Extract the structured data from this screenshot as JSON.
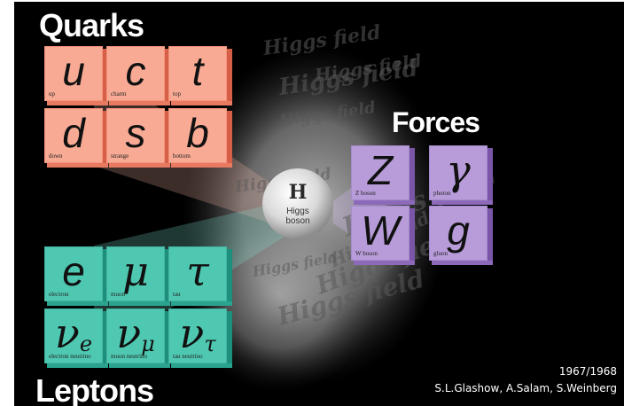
{
  "groups": {
    "quarks": "Quarks",
    "forces": "Forces",
    "leptons": "Leptons"
  },
  "quarks": [
    {
      "symbol": "u",
      "name": "up"
    },
    {
      "symbol": "c",
      "name": "charm"
    },
    {
      "symbol": "t",
      "name": "top"
    },
    {
      "symbol": "d",
      "name": "down"
    },
    {
      "symbol": "s",
      "name": "strange"
    },
    {
      "symbol": "b",
      "name": "bottom"
    }
  ],
  "leptons": [
    {
      "symbol": "e",
      "name": "electron"
    },
    {
      "symbol": "μ",
      "name": "muon"
    },
    {
      "symbol": "τ",
      "name": "tau"
    },
    {
      "symbol": "ν",
      "sub": "e",
      "name": "electron neutrino"
    },
    {
      "symbol": "ν",
      "sub": "μ",
      "name": "muon neutrino"
    },
    {
      "symbol": "ν",
      "sub": "τ",
      "name": "tau neutrino"
    }
  ],
  "forces": [
    {
      "symbol": "Z",
      "name": "Z boson"
    },
    {
      "symbol": "γ",
      "name": "photon"
    },
    {
      "symbol": "W",
      "name": "W boson"
    },
    {
      "symbol": "g",
      "name": "gluon"
    }
  ],
  "higgs": {
    "symbol": "H",
    "line1": "Higgs",
    "line2": "boson",
    "watermark": "Higgs field"
  },
  "credit": {
    "year": "1967/1968",
    "names": "S.L.Glashow, A.Salam, S.Weinberg"
  },
  "colors": {
    "background": "#000000",
    "quark": "#f8aa94",
    "lepton": "#4fc8b2",
    "force": "#b79cd9"
  }
}
